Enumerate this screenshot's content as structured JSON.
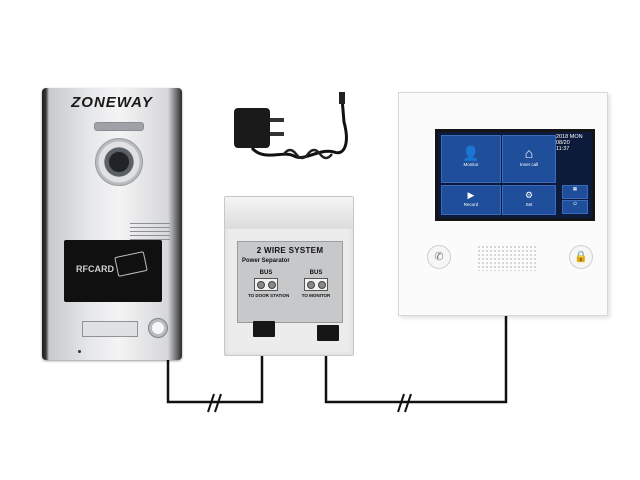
{
  "door_station": {
    "brand": "ZONEWAY",
    "rf_card_label": "RFCARD"
  },
  "separator": {
    "title": "2 WIRE SYSTEM",
    "subtitle": "Power Separator",
    "left_bus": "BUS",
    "left_dest": "TO DOOR STATION",
    "right_bus": "BUS",
    "right_dest": "TO MONITOR"
  },
  "monitor": {
    "tiles": [
      {
        "label": "Monitor",
        "icon": "person-icon"
      },
      {
        "label": "Inner call",
        "icon": "house-icon"
      },
      {
        "label": "Record",
        "icon": "play-icon"
      },
      {
        "label": "Set",
        "icon": "gear-icon"
      }
    ],
    "status": {
      "year_day": "2018 MON",
      "date": "08/20",
      "time": "11:37"
    },
    "side_buttons": [
      {
        "icon": "phone-icon",
        "glyph": "✆"
      },
      {
        "icon": "lock-icon",
        "glyph": "🔒"
      }
    ]
  },
  "colors": {
    "wire": "#111111",
    "screen_bg": "#0d1b3a",
    "tile_blue": "#1f4e9a"
  }
}
